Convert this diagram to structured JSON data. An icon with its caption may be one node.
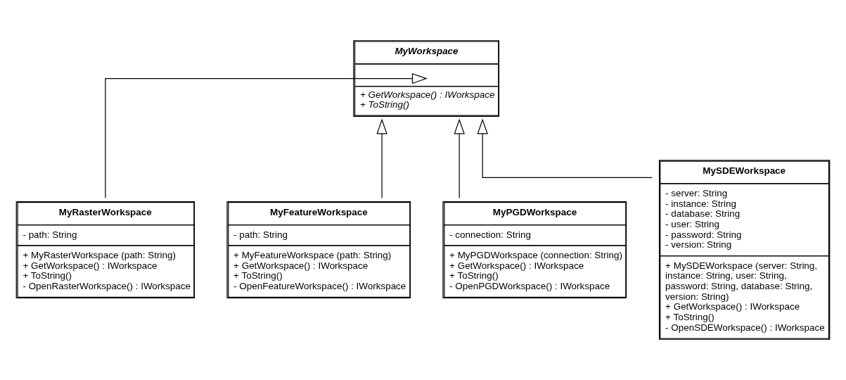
{
  "diagram": {
    "nodes": [
      {
        "text": [
          "MyWorkspace",
          "+ GetWorkspace() : IWorkspace",
          "+ ToString()"
        ]
      },
      {
        "text": [
          "MyRasterWorkspace",
          "- path: String",
          "+ MyRasterWorkspace (path: String)",
          "+ GetWorkspace() : IWorkspace",
          "+ ToString()",
          "- OpenRasterWorkspace() : IWorkspace"
        ]
      },
      {
        "text": [
          "MyFeatureWorkspace",
          "- path: String",
          "+ MyFeatureWorkspace (path: String)",
          "+ GetWorkspace() : IWorkspace",
          "+ ToString()",
          "- OpenFeatureWorkspace() : IWorkspace"
        ]
      },
      {
        "text": [
          "MyPGDWorkspace",
          "- connection: String",
          "+ MyPGDWorkspace (connection: String)",
          "+ GetWorkspace() : IWorkspace",
          "+ ToString()",
          "- OpenPGDWorkspace() : IWorkspace"
        ]
      },
      {
        "text": [
          "MySDEWorkspace",
          "- server: String",
          "- instance: String",
          "- database: String",
          "- user: String",
          "- password: String",
          "- version: String",
          "+ MySDEWorkspace (server: String, instance: String, user: String, password: String, database: String, version: String)",
          "+ GetWorkspace() : IWorkspace",
          "+ ToString()",
          "- OpenSDEWorkspace() : IWorkspace"
        ]
      }
    ],
    "edges": [
      {
        "from": 1,
        "to": 0,
        "arrow": "to"
      },
      {
        "from": 2,
        "to": 0,
        "arrow": "to"
      },
      {
        "from": 3,
        "to": 0,
        "arrow": "to"
      },
      {
        "from": 4,
        "to": 0,
        "arrow": "to"
      }
    ]
  }
}
